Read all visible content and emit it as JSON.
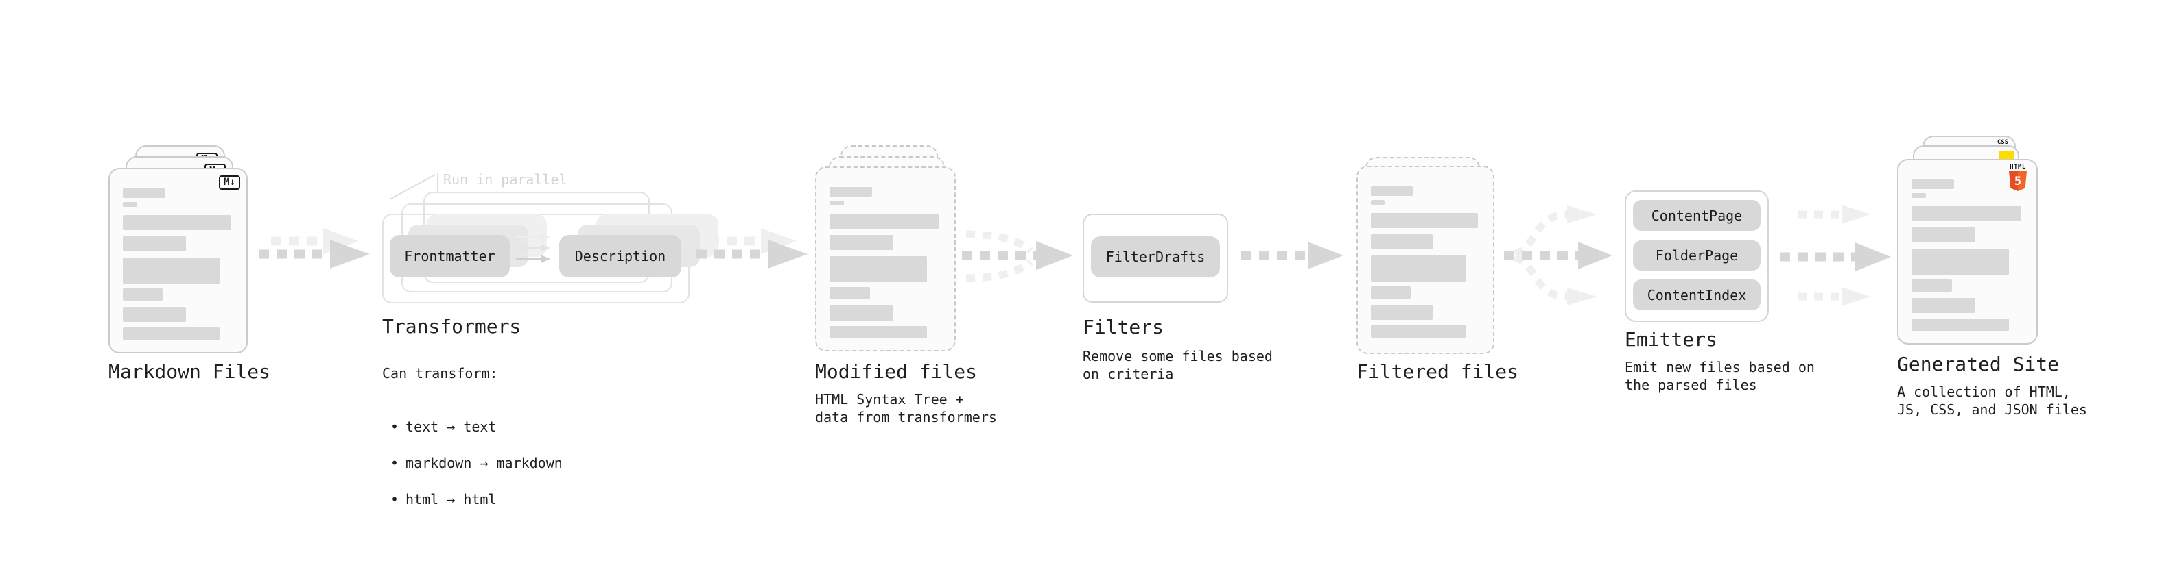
{
  "colors": {
    "page_bg": "#ffffff",
    "text": "#1f1f1f",
    "bar": "#d9d9d9",
    "card_bg": "#fbfbfb",
    "card_border": "#cbcbcb",
    "dashed_border": "#c9c9c9",
    "outline_box_border": "#d6d6d6",
    "outline_box_border_light": "#e3e3e3",
    "button_bg": "#d8d8d8",
    "button_ghost1": "#e7e7e7",
    "button_ghost2": "#f0f0f0",
    "arrow_dark": "#d6d6d6",
    "arrow_light": "#efefef",
    "annotation_text": "#d4d4d4",
    "leader": "#dedede",
    "mini_arrow_top": "#ededed",
    "mini_arrow_middle": "#e4e4e4",
    "mini_arrow_bottom": "#cfcfcf",
    "markdown_badge_border": "#1a1a1a",
    "html5_orange": "#e44d26",
    "html5_orange_light": "#f16529",
    "js_yellow": "#ffdb00",
    "css_blue": "#2965f1"
  },
  "pipeline": {
    "markdown_files": {
      "label": "Markdown Files",
      "file_type_badge": "M↓"
    },
    "transformers": {
      "label": "Transformers",
      "annotation": "Run in parallel",
      "frontmatter_button": "Frontmatter",
      "description_button": "Description",
      "description_heading": "Can transform:",
      "bullet_char": "•",
      "bullets": [
        "text → text",
        "markdown → markdown",
        "html → html"
      ]
    },
    "modified_files": {
      "label": "Modified files",
      "description": "HTML Syntax Tree +\ndata from transformers"
    },
    "filters": {
      "label": "Filters",
      "filter_button": "FilterDrafts",
      "description": "Remove some files based\non criteria"
    },
    "filtered_files": {
      "label": "Filtered files"
    },
    "emitters": {
      "label": "Emitters",
      "emitter_buttons": [
        "ContentPage",
        "FolderPage",
        "ContentIndex"
      ],
      "description": "Emit new files based on\nthe parsed files"
    },
    "generated_site": {
      "label": "Generated Site",
      "description": "A collection of HTML,\nJS, CSS, and JSON files",
      "file_type_badges": {
        "html": "HTML",
        "html_number": "5",
        "css": "CSS"
      }
    }
  },
  "doc_bars": [
    {
      "w": 39,
      "h": 14,
      "mb": 6
    },
    {
      "w": 13,
      "h": 7,
      "mb": 12
    },
    {
      "w": 100,
      "h": 22,
      "mb": 9
    },
    {
      "w": 58,
      "h": 22,
      "mb": 9
    },
    {
      "w": 89,
      "h": 38,
      "mb": 7
    },
    {
      "w": 37,
      "h": 18,
      "mb": 9
    },
    {
      "w": 58,
      "h": 22,
      "mb": 8
    },
    {
      "w": 89,
      "h": 18,
      "mb": 0
    }
  ]
}
